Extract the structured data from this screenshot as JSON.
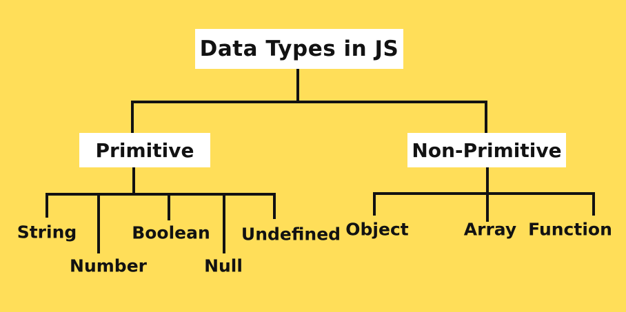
{
  "colors": {
    "background": "#FFDE59",
    "node_background": "#FFFFFF",
    "line": "#121212",
    "text": "#121212"
  },
  "diagram": {
    "type": "tree",
    "title": "Data Types in JS",
    "branches": [
      {
        "label": "Primitive",
        "children": [
          "String",
          "Number",
          "Boolean",
          "Null",
          "Undefined"
        ]
      },
      {
        "label": "Non-Primitive",
        "children": [
          "Object",
          "Array",
          "Function"
        ]
      }
    ]
  }
}
